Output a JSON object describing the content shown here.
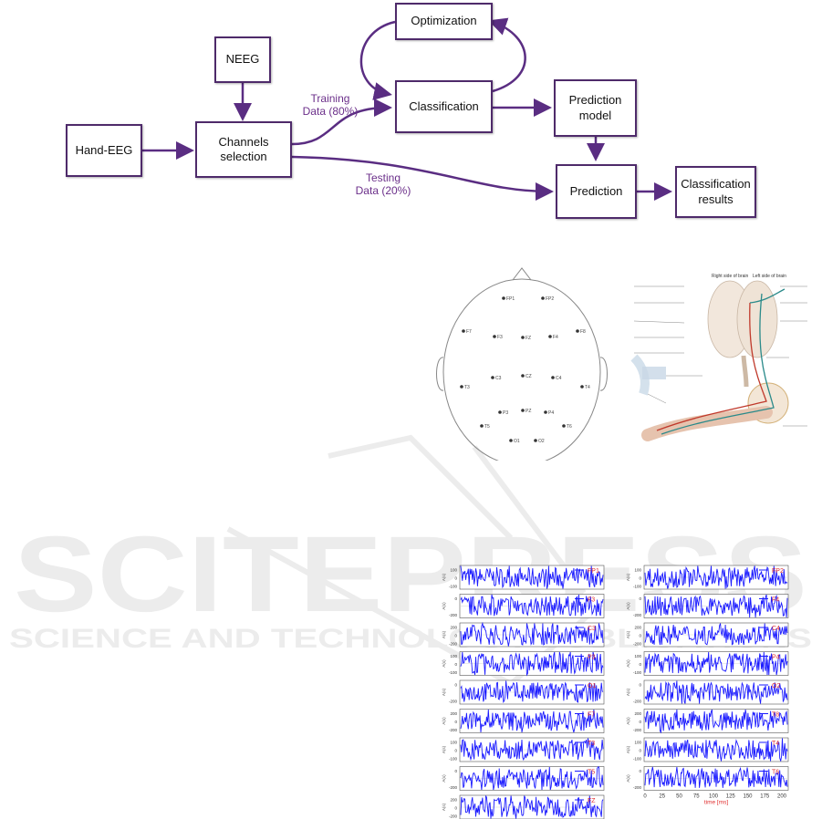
{
  "flowchart": {
    "nodes": {
      "hand_eeg": "Hand-EEG",
      "neeg": "NEEG",
      "channels": "Channels\nselection",
      "optimization": "Optimization",
      "classification": "Classification",
      "prediction_model": "Prediction\nmodel",
      "prediction": "Prediction",
      "results": "Classification\nresults"
    },
    "edge_labels": {
      "training": "Training\nData (80%)",
      "testing": "Testing\nData (20%)"
    }
  },
  "watermark": {
    "line1": "SCITEPRESS",
    "line2": "SCIENCE AND TECHNOLOGY PUBLICATIONS"
  },
  "electrodes": [
    "FP1",
    "FP2",
    "F7",
    "F3",
    "FZ",
    "F4",
    "F8",
    "T3",
    "C3",
    "CZ",
    "C4",
    "T4",
    "T5",
    "P3",
    "PZ",
    "P4",
    "T6",
    "O1",
    "O2"
  ],
  "pathway": {
    "headers": [
      "Right side of brain",
      "Left side of brain"
    ]
  },
  "eeg": {
    "ylabel": "A(s)",
    "xlabel": "time [ms]",
    "xticks": [
      "0",
      "25",
      "50",
      "75",
      "100",
      "125",
      "150",
      "175",
      "200"
    ],
    "left_channels": [
      "FP1",
      "F3",
      "C3",
      "P3",
      "O1",
      "F7",
      "T3",
      "T5",
      "FZ"
    ],
    "right_channels": [
      "FP2",
      "F4",
      "C4",
      "P4",
      "O2",
      "T8",
      "T4",
      "T6"
    ],
    "ytick_sets": [
      [
        "100",
        "0",
        "-100"
      ],
      [
        "0",
        "-200"
      ],
      [
        "200",
        "0",
        "-200"
      ]
    ]
  },
  "colors": {
    "box_border": "#4e2a6a",
    "arrow": "#5a2d82",
    "label": "#6b2f8a",
    "signal": "#1a1aff",
    "channel_label": "#e03030"
  }
}
